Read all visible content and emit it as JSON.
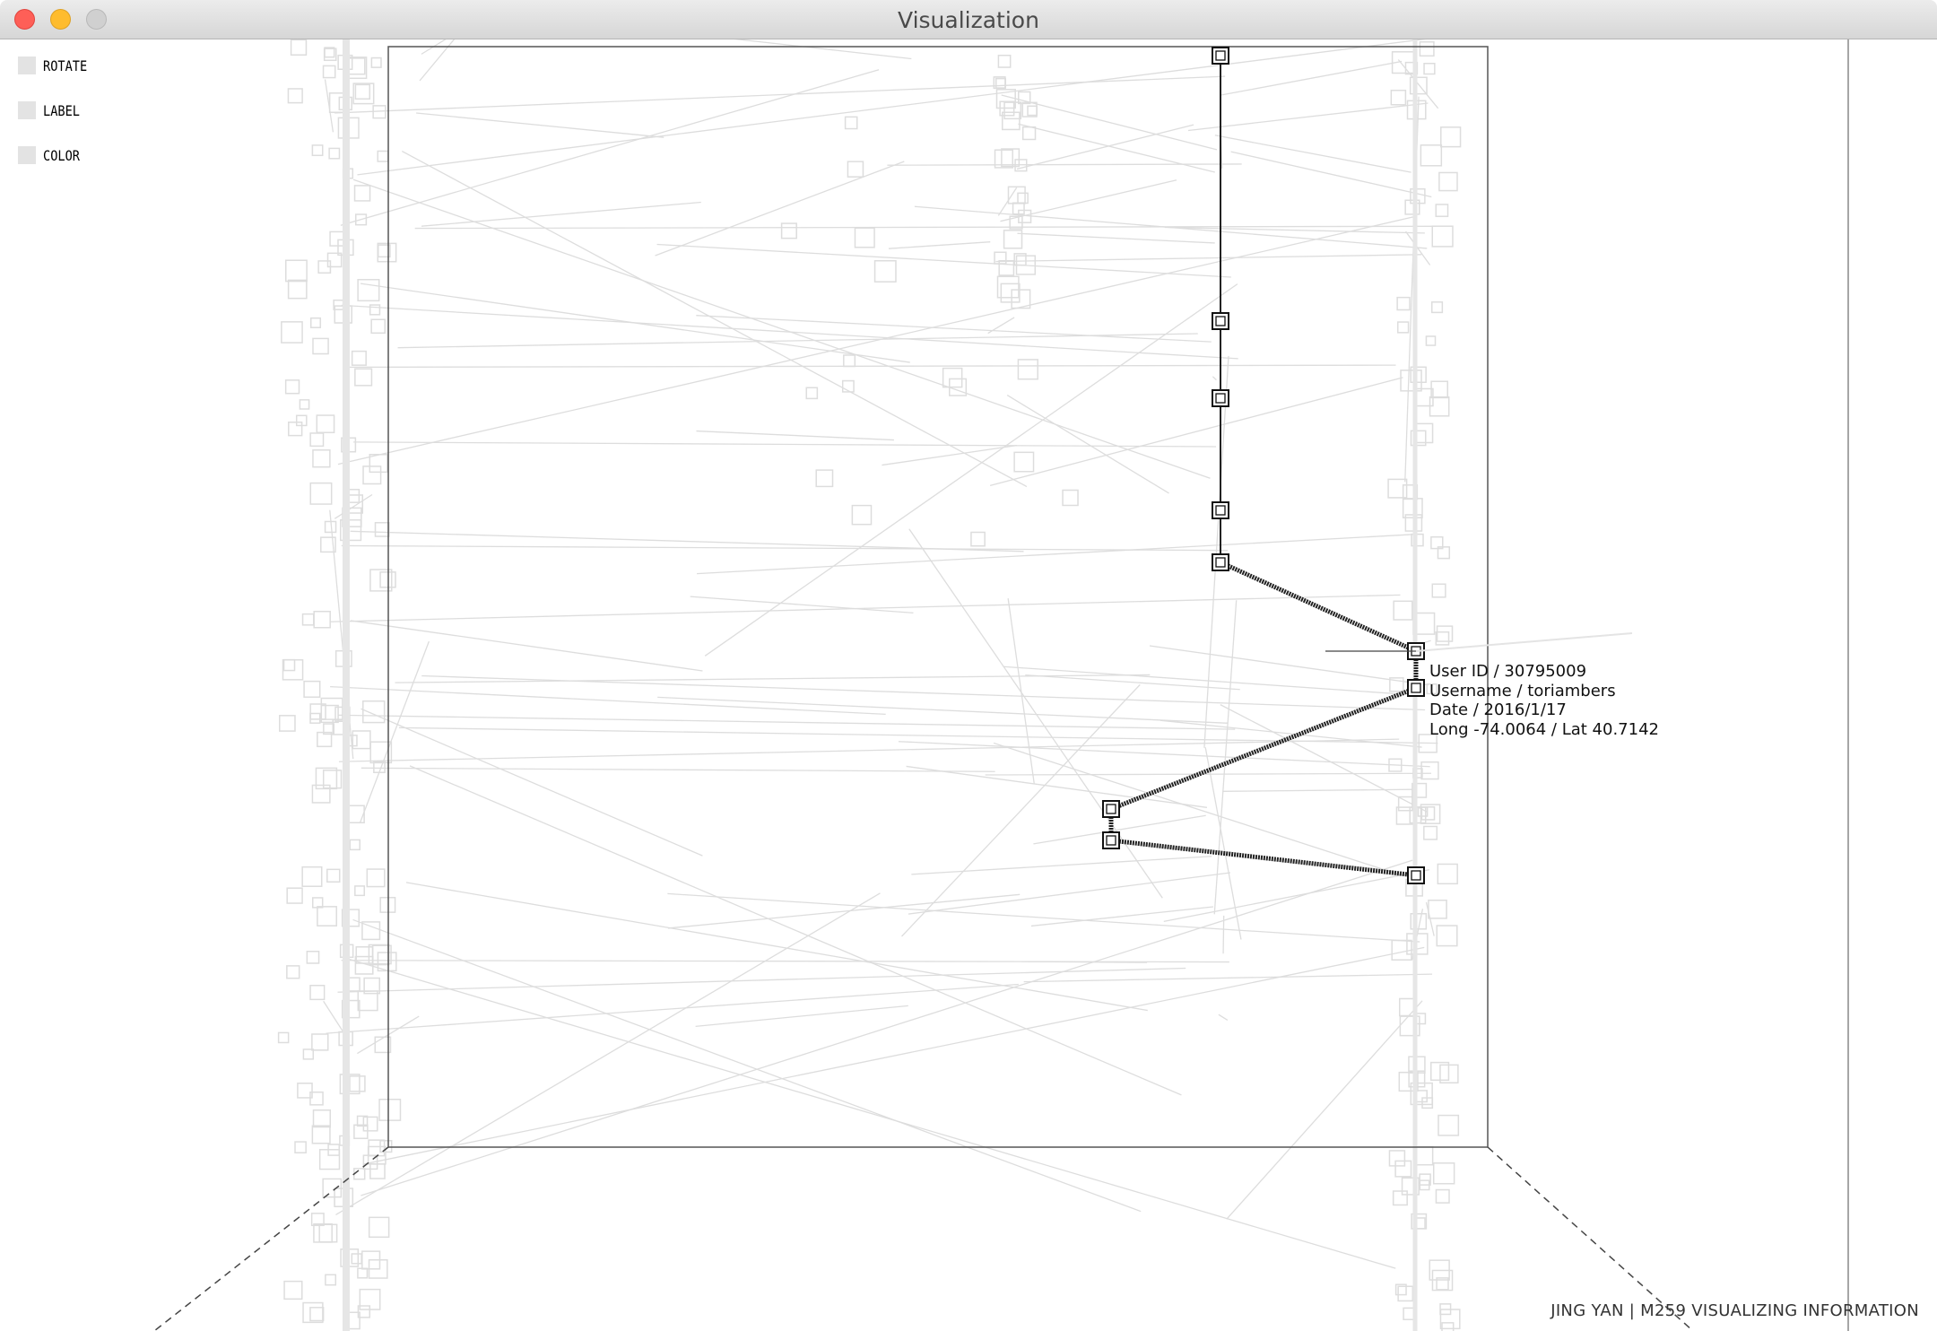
{
  "window": {
    "title": "Visualization"
  },
  "controls": [
    {
      "label": "ROTATE",
      "checked": false
    },
    {
      "label": "LABEL",
      "checked": false
    },
    {
      "label": "COLOR",
      "checked": false
    }
  ],
  "tooltip": {
    "user_id": "User ID / 30795009",
    "username": "Username / toriambers",
    "date": "Date / 2016/1/17",
    "location": "Long -74.0064 / Lat 40.7142"
  },
  "footer": "JING YAN | M259 VISUALIZING INFORMATION",
  "colors": {
    "highlight": "#222222",
    "background_data": "#dddddd",
    "frame": "#555555"
  }
}
